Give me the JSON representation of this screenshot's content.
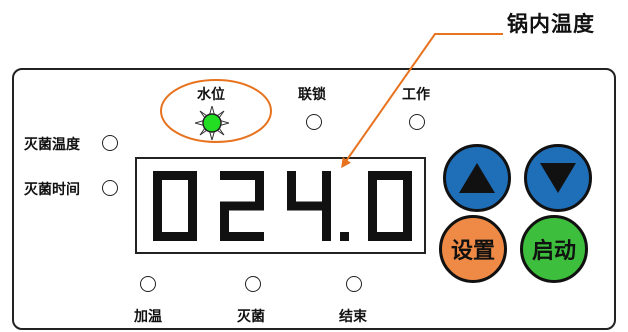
{
  "callout": {
    "label": "锅内温度"
  },
  "indicators": {
    "water_level": "水位",
    "interlock": "联锁",
    "working": "工作",
    "sterilize_temp": "灭菌温度",
    "sterilize_time": "灭菌时间",
    "heating": "加温",
    "sterilizing": "灭菌",
    "finished": "结束",
    "water_level_state": "on",
    "water_level_color": "#22dd22"
  },
  "display": {
    "value": "024.0"
  },
  "buttons": {
    "up_icon": "up-triangle-icon",
    "down_icon": "down-triangle-icon",
    "settings_label": "设置",
    "start_label": "启动"
  },
  "colors": {
    "callout_line": "#e8731f",
    "button_blue": "#1f6eb8",
    "button_orange": "#ee8a45",
    "button_green": "#3dbe3d"
  }
}
